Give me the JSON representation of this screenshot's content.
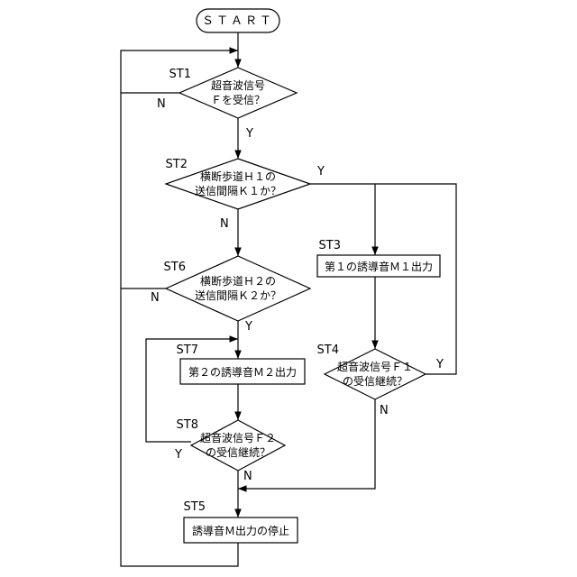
{
  "start": "ＳＴＡＲＴ",
  "st1": {
    "label": "ST1",
    "line1": "超音波信号",
    "line2": "Ｆを受信？",
    "yes": "Y",
    "no": "N"
  },
  "st2": {
    "label": "ST2",
    "line1": "横断歩道Ｈ１の",
    "line2": "送信間隔Ｋ１か？",
    "yes": "Y",
    "no": "N"
  },
  "st3": {
    "label": "ST3",
    "text": "第１の誘導音Ｍ１出力"
  },
  "st4": {
    "label": "ST4",
    "line1": "超音波信号Ｆ１",
    "line2": "の受信継続？",
    "yes": "Y",
    "no": "N"
  },
  "st5": {
    "label": "ST5",
    "text": "誘導音Ｍ出力の停止"
  },
  "st6": {
    "label": "ST6",
    "line1": "横断歩道Ｈ２の",
    "line2": "送信間隔Ｋ２か？",
    "yes": "Y",
    "no": "N"
  },
  "st7": {
    "label": "ST7",
    "text": "第２の誘導音Ｍ２出力"
  },
  "st8": {
    "label": "ST8",
    "line1": "超音波信号Ｆ２",
    "line2": "の受信継続？",
    "yes": "Y",
    "no": "N"
  }
}
